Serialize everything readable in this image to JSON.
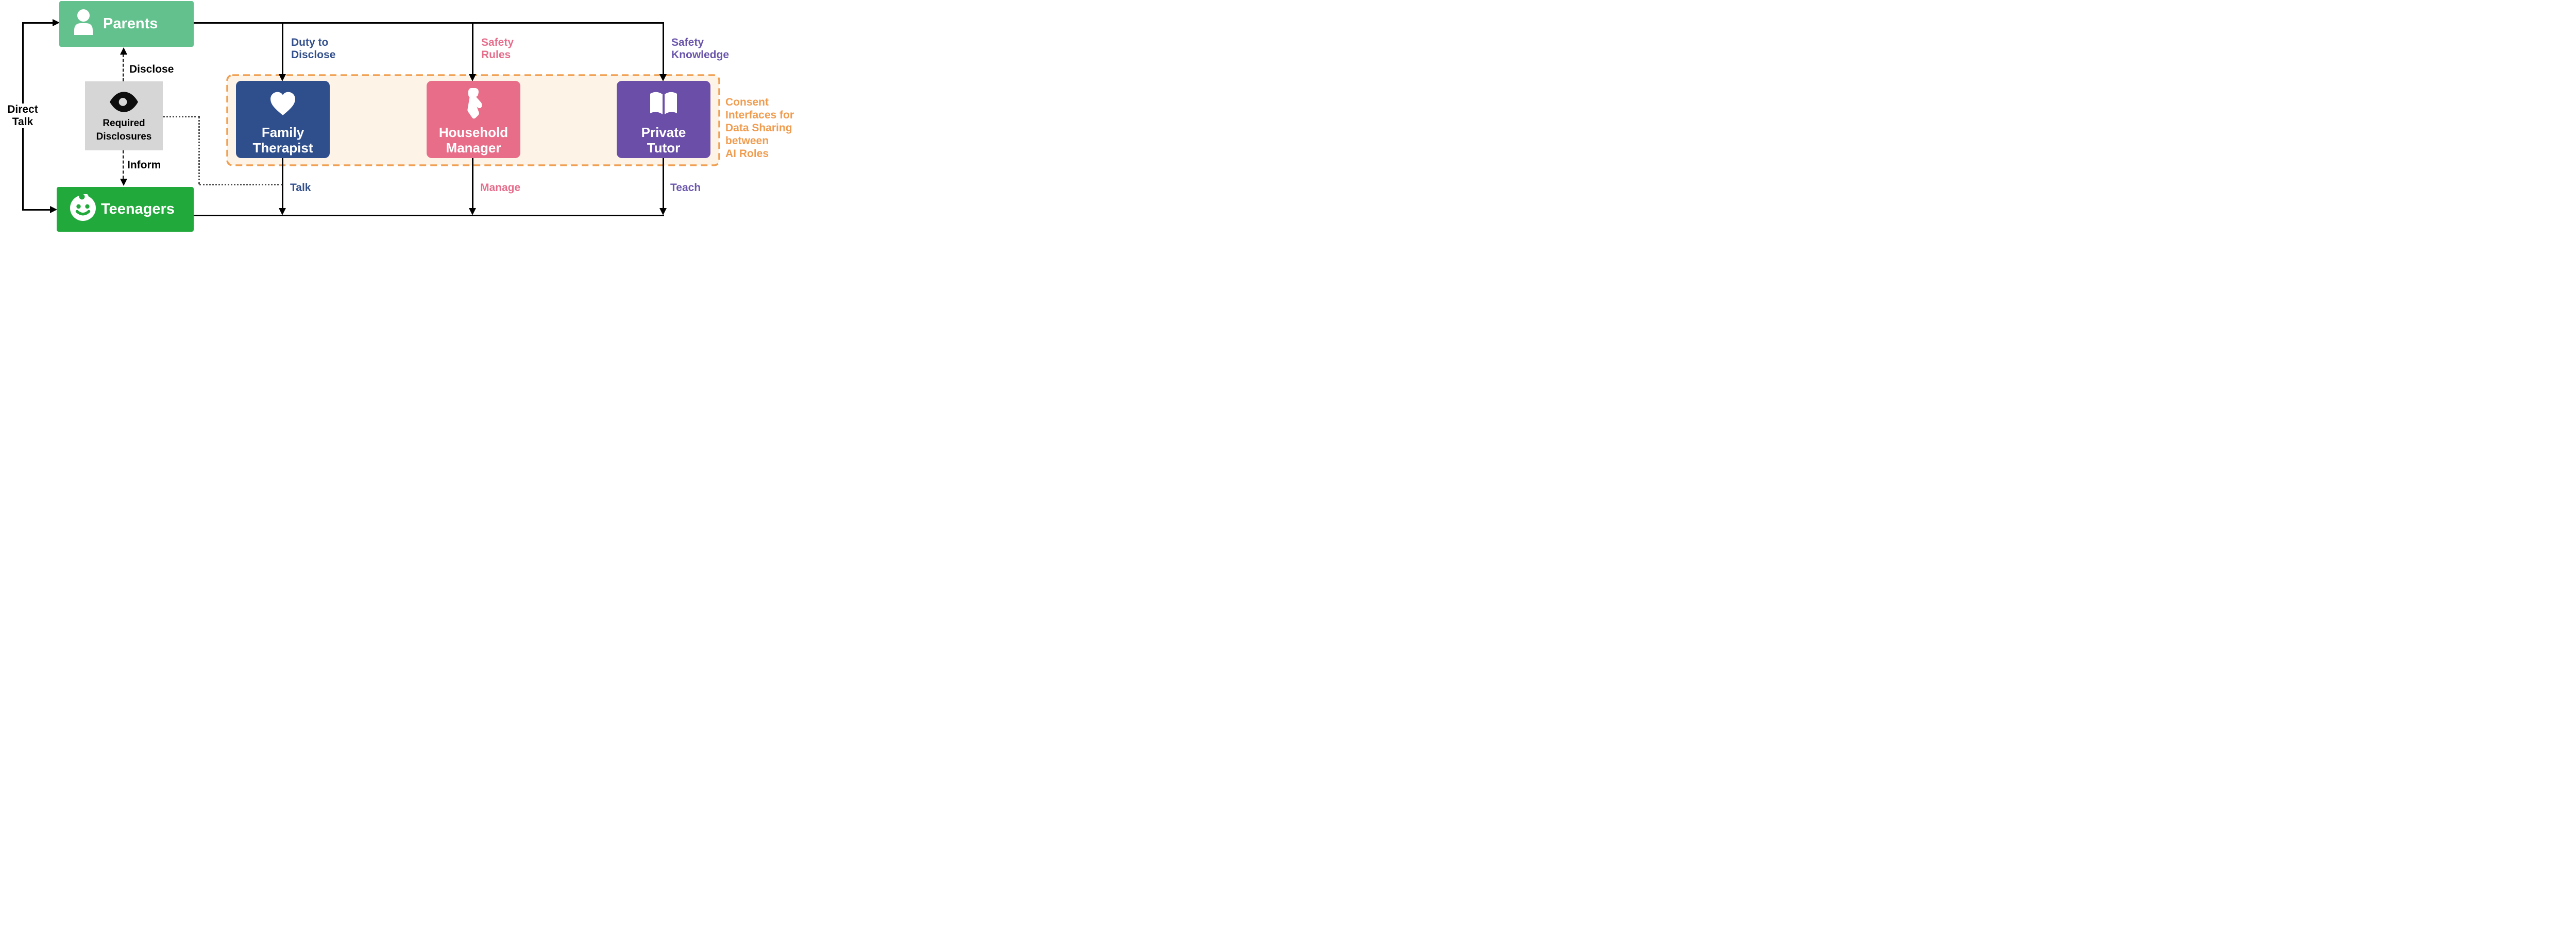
{
  "diagram": {
    "description_colors": {
      "parents_green": "#62C18C",
      "teenagers_green": "#22A93B",
      "therapist_navy": "#2F4E8C",
      "manager_rose": "#E76D89",
      "tutor_purple": "#6A4EA8",
      "navy_label": "#34518D",
      "pink_label": "#E66E8C",
      "purple_label": "#6B56AC",
      "orange_accent": "#F0A053",
      "orange_text": "#F09C4F",
      "consent_fill": "#FDF3E7",
      "mediator_gray": "#D6D6D6",
      "connector_black": "#000000",
      "dotted_gray": "#4D4D4D"
    },
    "parents": {
      "label": "Parents"
    },
    "teenagers": {
      "label": "Teenagers"
    },
    "mediator": {
      "label_lines": [
        "Required",
        "Disclosures"
      ]
    },
    "edges": {
      "direct_talk_lines": [
        "Direct",
        "Talk"
      ],
      "disclose_label": "Disclose",
      "inform_label": "Inform"
    },
    "roles": [
      {
        "name": "Family Therapist",
        "label_lines": [
          "Family",
          "Therapist"
        ],
        "top_label_lines": [
          "Duty to",
          "Disclose"
        ],
        "bottom_label": "Talk"
      },
      {
        "name": "Household Manager",
        "label_lines": [
          "Household",
          "Manager"
        ],
        "top_label_lines": [
          "Safety",
          "Rules"
        ],
        "bottom_label": "Manage"
      },
      {
        "name": "Private Tutor",
        "label_lines": [
          "Private",
          "Tutor"
        ],
        "top_label_lines": [
          "Safety",
          "Knowledge"
        ],
        "bottom_label": "Teach"
      }
    ],
    "consent_box": {
      "label_lines": [
        "Consent",
        "Interfaces for",
        "Data Sharing",
        "between",
        "AI Roles"
      ]
    }
  }
}
